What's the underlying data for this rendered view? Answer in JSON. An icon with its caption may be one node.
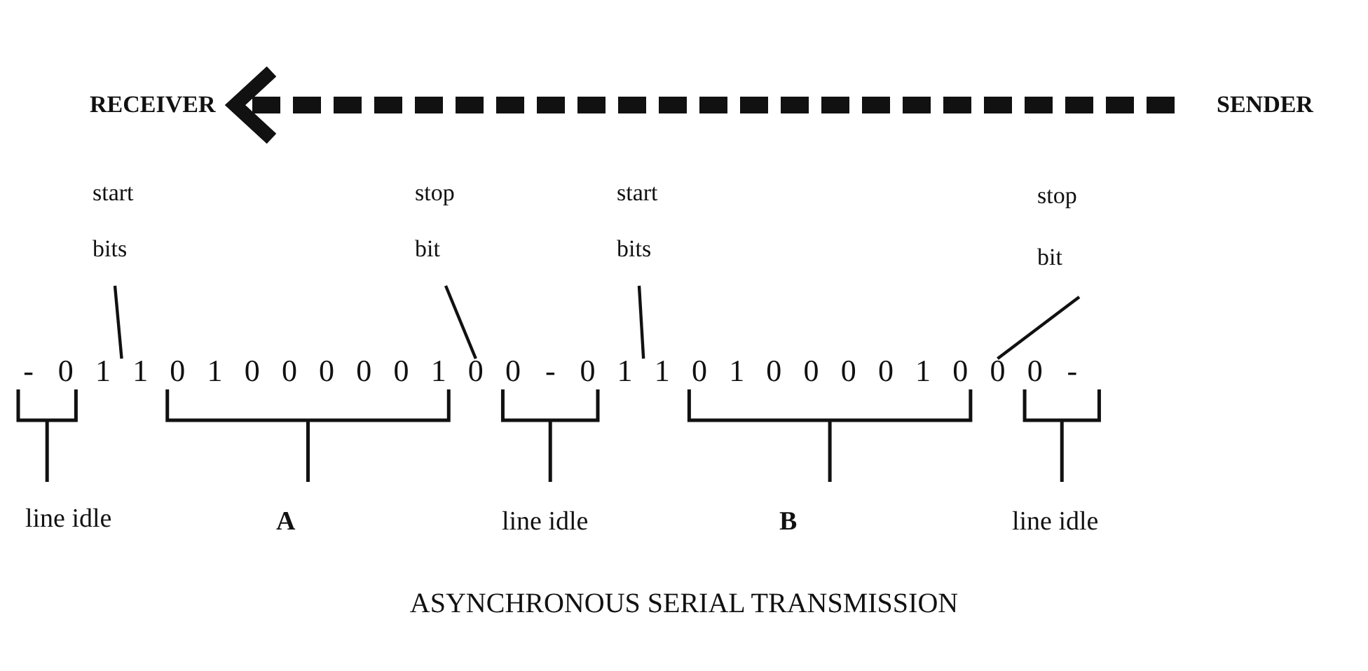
{
  "diagram": {
    "caption": "ASYNCHRONOUS SERIAL TRANSMISSION",
    "nodes": [
      {
        "text": [
          "RECEIVER"
        ]
      },
      {
        "text": [
          "SENDER"
        ]
      },
      {
        "text": [
          "start bits"
        ]
      },
      {
        "text": [
          "stop bit"
        ]
      },
      {
        "text": [
          "start bits"
        ]
      },
      {
        "text": [
          "stop bit"
        ]
      },
      {
        "text": [
          "- 0 1 1 0 1 0 0 0 0 0 1 0 0 - 0 1 1 0 1 0 0 0 0 1 0 0 0 -"
        ]
      }
    ],
    "edges": [
      {
        "from": 1,
        "to": 0,
        "arrow": "to",
        "style": "dashed"
      },
      {
        "from": 2,
        "to": 6,
        "arrow": "none"
      },
      {
        "from": 3,
        "to": 6,
        "arrow": "none"
      },
      {
        "from": 4,
        "to": 6,
        "arrow": "none"
      },
      {
        "from": 5,
        "to": 6,
        "arrow": "none"
      }
    ],
    "labels": [
      "line idle",
      "A",
      "line idle",
      "B",
      "line idle"
    ]
  }
}
